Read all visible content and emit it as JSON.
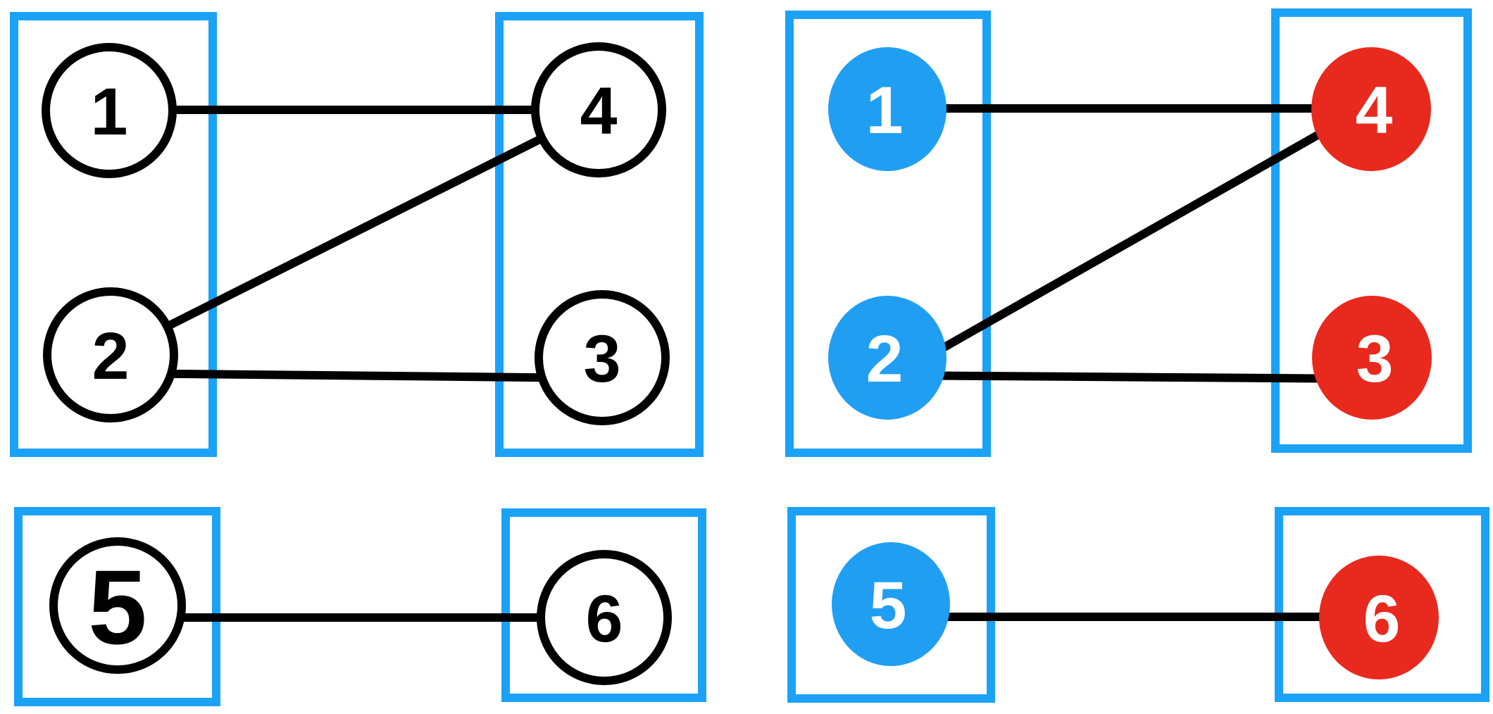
{
  "colors": {
    "box_border": "#1ba2f7",
    "node_blue": "#209ff2",
    "node_red": "#e8291e",
    "edge": "#000000",
    "node_outline": "#000000",
    "node_fill_plain": "#ffffff",
    "label_on_plain": "#000000",
    "label_on_color": "#ffffff",
    "background": "#ffffff"
  },
  "panels": {
    "plain": {
      "nodes": {
        "n1": "1",
        "n2": "2",
        "n3": "3",
        "n4": "4",
        "n5": "5",
        "n6": "6"
      }
    },
    "colored": {
      "nodes": {
        "n1": "1",
        "n2": "2",
        "n3": "3",
        "n4": "4",
        "n5": "5",
        "n6": "6"
      }
    }
  },
  "graph": {
    "edges": [
      "1-4",
      "2-4",
      "2-3",
      "5-6"
    ],
    "boxed_groups": [
      [
        "1",
        "2"
      ],
      [
        "4",
        "3"
      ],
      [
        "5"
      ],
      [
        "6"
      ]
    ],
    "blue_nodes": [
      "1",
      "2",
      "5"
    ],
    "red_nodes": [
      "4",
      "3",
      "6"
    ]
  }
}
